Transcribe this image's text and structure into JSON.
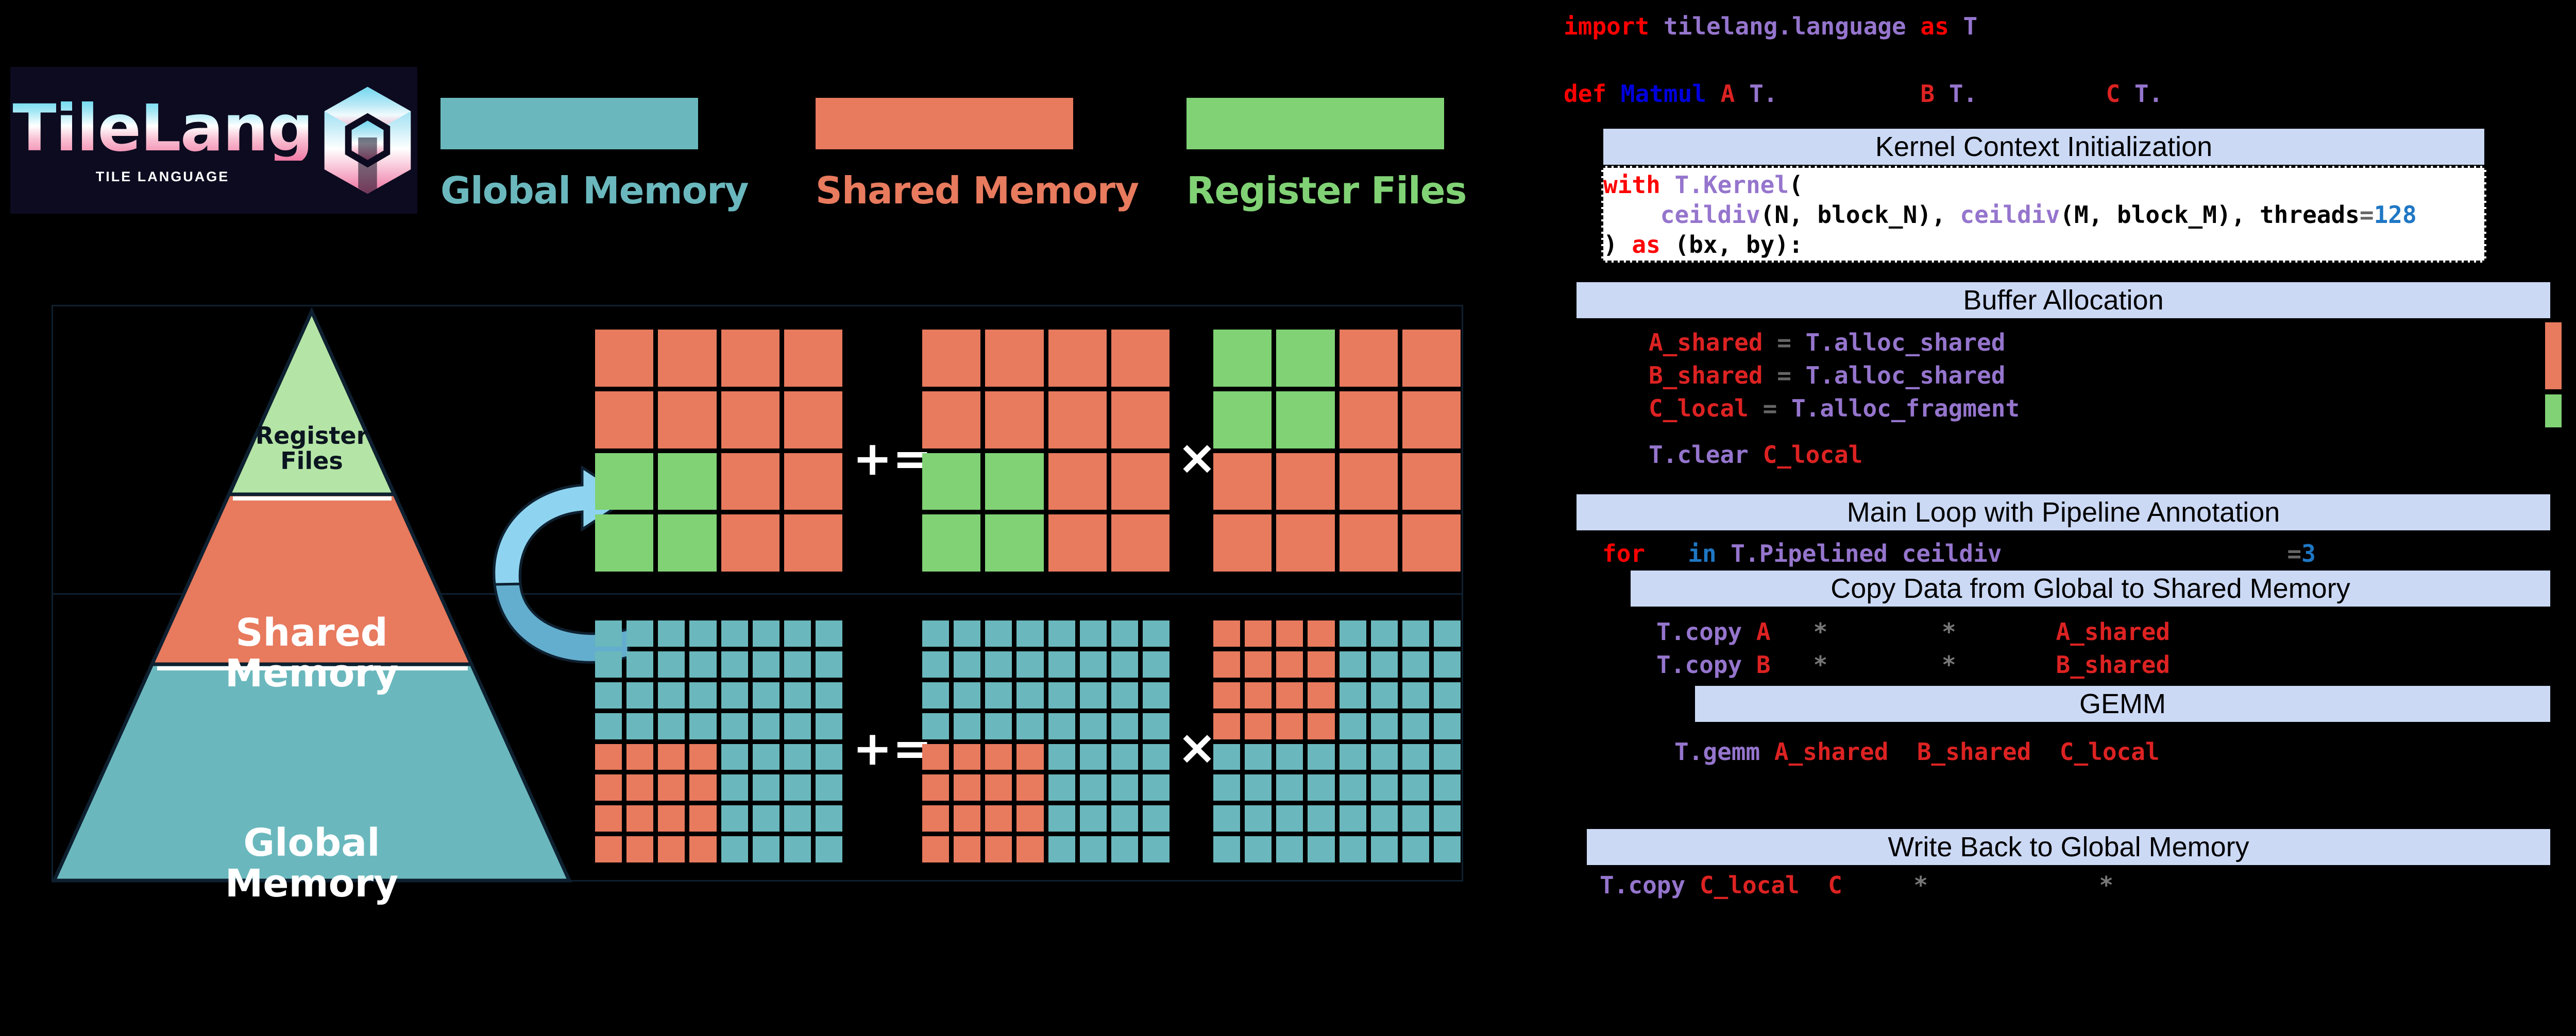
{
  "logo": {
    "word": "TileLang",
    "subtitle": "TILE LANGUAGE",
    "mark_name": "tilelang-cube-logo"
  },
  "colors": {
    "global_memory": "#6ab8bd",
    "shared_memory": "#e87a5e",
    "register_files": "#80d275",
    "register_files_light": "#b5e5a6",
    "arrow": "#8ed4f0",
    "arrow_dark": "#63aece",
    "section_header_bg": "#ccd9f5",
    "panel_bg": "#000000",
    "logo_bg": "#0d0b20",
    "frame_stroke": "#0e2030"
  },
  "legend": [
    {
      "label": "Global Memory",
      "color": "#6ab8bd",
      "name": "global-memory"
    },
    {
      "label": "Shared Memory",
      "color": "#e87a5e",
      "name": "shared-memory"
    },
    {
      "label": "Register Files",
      "color": "#80d275",
      "name": "register-files"
    }
  ],
  "pyramid": {
    "levels": [
      {
        "label": "Register\nFiles",
        "label_line1": "Register",
        "label_line2": "Files",
        "color": "#b5e5a6",
        "text_color": "#0b1520"
      },
      {
        "label": "Shared\nMemory",
        "label_line1": "Shared",
        "label_line2": "Memory",
        "color": "#e87a5e",
        "text_color": "#ffffff"
      },
      {
        "label": "Global\nMemory",
        "label_line1": "Global",
        "label_line2": "Memory",
        "color": "#6ab8bd",
        "text_color": "#ffffff"
      }
    ]
  },
  "equations": {
    "top_row": {
      "name": "register-level-gemm",
      "grid": 4,
      "operators": [
        "+=",
        "×"
      ],
      "matrices": [
        {
          "name": "c-local-accumulator",
          "base_color": "#e87a5e",
          "highlight_color": "#80d275",
          "highlight_rows": [
            2,
            3
          ],
          "highlight_cols": [
            0,
            1
          ]
        },
        {
          "name": "c-local-previous",
          "base_color": "#e87a5e",
          "highlight_color": "#80d275",
          "highlight_rows": [
            2,
            3
          ],
          "highlight_cols": [
            0,
            1
          ]
        },
        {
          "name": "a-shared-fragment",
          "base_color": "#e87a5e",
          "highlight_color": "#80d275",
          "highlight_rows": [
            0,
            1
          ],
          "highlight_cols": [
            0,
            1
          ]
        }
      ]
    },
    "bottom_row": {
      "name": "shared-level-gemm",
      "grid": 8,
      "operators": [
        "+=",
        "×"
      ],
      "matrices": [
        {
          "name": "c-global-accumulator",
          "base_color": "#6ab8bd",
          "highlight_color": "#e87a5e",
          "highlight_rows": [
            4,
            5,
            6,
            7
          ],
          "highlight_cols": [
            0,
            1,
            2,
            3
          ]
        },
        {
          "name": "c-global-previous",
          "base_color": "#6ab8bd",
          "highlight_color": "#e87a5e",
          "highlight_rows": [
            4,
            5,
            6,
            7
          ],
          "highlight_cols": [
            0,
            1,
            2,
            3
          ]
        },
        {
          "name": "a-global-tile",
          "base_color": "#6ab8bd",
          "highlight_color": "#e87a5e",
          "highlight_rows": [
            0,
            1,
            2,
            3
          ],
          "highlight_cols": [
            0,
            1,
            2,
            3
          ]
        }
      ]
    }
  },
  "code": {
    "import_line": [
      {
        "t": "import",
        "c": "kw"
      },
      {
        "t": " ",
        "c": "pl"
      },
      {
        "t": "tilelang.language",
        "c": "fn"
      },
      {
        "t": " ",
        "c": "pl"
      },
      {
        "t": "as",
        "c": "kw"
      },
      {
        "t": " ",
        "c": "pl"
      },
      {
        "t": "T",
        "c": "fn"
      }
    ],
    "def_line": [
      {
        "t": "def",
        "c": "kw"
      },
      {
        "t": " ",
        "c": "pl"
      },
      {
        "t": "Matmul",
        "c": "def"
      },
      {
        "t": " ",
        "c": "pl"
      },
      {
        "t": "A",
        "c": "id"
      },
      {
        "t": " ",
        "c": "pl"
      },
      {
        "t": "T.",
        "c": "fn"
      },
      {
        "t": "          ",
        "c": "pl"
      },
      {
        "t": "B",
        "c": "id"
      },
      {
        "t": " ",
        "c": "pl"
      },
      {
        "t": "T.",
        "c": "fn"
      },
      {
        "t": "         ",
        "c": "pl"
      },
      {
        "t": "C",
        "c": "id"
      },
      {
        "t": " ",
        "c": "pl"
      },
      {
        "t": "T.",
        "c": "fn"
      }
    ],
    "sections": [
      {
        "id": "kernel-context-initialization",
        "title": "Kernel Context Initialization",
        "lines": [
          [
            {
              "t": "with",
              "c": "kw"
            },
            {
              "t": " ",
              "c": "pl"
            },
            {
              "t": "T.Kernel",
              "c": "fn"
            },
            {
              "t": "(",
              "c": "pl"
            }
          ],
          [
            {
              "t": "    ",
              "c": "pl"
            },
            {
              "t": "ceildiv",
              "c": "fn"
            },
            {
              "t": "(N, block_N), ",
              "c": "pl"
            },
            {
              "t": "ceildiv",
              "c": "fn"
            },
            {
              "t": "(M, block_M), threads",
              "c": "pl"
            },
            {
              "t": "=",
              "c": "op2"
            },
            {
              "t": "128",
              "c": "num"
            }
          ],
          [
            {
              "t": ") ",
              "c": "pl"
            },
            {
              "t": "as",
              "c": "kw"
            },
            {
              "t": " (bx, by):",
              "c": "pl"
            }
          ]
        ]
      },
      {
        "id": "buffer-allocation",
        "title": "Buffer Allocation",
        "lines": [
          [
            {
              "t": "A_shared",
              "c": "id"
            },
            {
              "t": " ",
              "c": "pl"
            },
            {
              "t": "=",
              "c": "op2"
            },
            {
              "t": " ",
              "c": "pl"
            },
            {
              "t": "T.alloc_shared",
              "c": "fn"
            }
          ],
          [
            {
              "t": "B_shared",
              "c": "id"
            },
            {
              "t": " ",
              "c": "pl"
            },
            {
              "t": "=",
              "c": "op2"
            },
            {
              "t": " ",
              "c": "pl"
            },
            {
              "t": "T.alloc_shared",
              "c": "fn"
            }
          ],
          [
            {
              "t": "C_local",
              "c": "id"
            },
            {
              "t": " ",
              "c": "pl"
            },
            {
              "t": "=",
              "c": "op2"
            },
            {
              "t": " ",
              "c": "pl"
            },
            {
              "t": "T.alloc_fragment",
              "c": "fn"
            }
          ],
          [],
          [
            {
              "t": "T.clear",
              "c": "fn"
            },
            {
              "t": " ",
              "c": "pl"
            },
            {
              "t": "C_local",
              "c": "id"
            }
          ]
        ]
      },
      {
        "id": "main-loop-with-pipeline-annotation",
        "title": "Main Loop with Pipeline Annotation",
        "lines": [
          [
            {
              "t": "for",
              "c": "kw"
            },
            {
              "t": "   ",
              "c": "pl"
            },
            {
              "t": "in",
              "c": "in"
            },
            {
              "t": " ",
              "c": "pl"
            },
            {
              "t": "T.Pipelined ceildiv",
              "c": "fn"
            },
            {
              "t": "                    ",
              "c": "pl"
            },
            {
              "t": "=",
              "c": "op2"
            },
            {
              "t": "3",
              "c": "num"
            }
          ]
        ]
      },
      {
        "id": "copy-data-from-global-to-shared-memory",
        "title": "Copy Data from Global to Shared Memory",
        "lines": [
          [
            {
              "t": "T.copy",
              "c": "fn"
            },
            {
              "t": " ",
              "c": "pl"
            },
            {
              "t": "A",
              "c": "id"
            },
            {
              "t": "   ",
              "c": "pl"
            },
            {
              "t": "*",
              "c": "star"
            },
            {
              "t": "        ",
              "c": "pl"
            },
            {
              "t": "*",
              "c": "star"
            },
            {
              "t": "       ",
              "c": "pl"
            },
            {
              "t": "A_shared",
              "c": "id"
            }
          ],
          [
            {
              "t": "T.copy",
              "c": "fn"
            },
            {
              "t": " ",
              "c": "pl"
            },
            {
              "t": "B",
              "c": "id"
            },
            {
              "t": "   ",
              "c": "pl"
            },
            {
              "t": "*",
              "c": "star"
            },
            {
              "t": "        ",
              "c": "pl"
            },
            {
              "t": "*",
              "c": "star"
            },
            {
              "t": "       ",
              "c": "pl"
            },
            {
              "t": "B_shared",
              "c": "id"
            }
          ]
        ]
      },
      {
        "id": "gemm",
        "title": "GEMM",
        "lines": [
          [
            {
              "t": "T.gemm",
              "c": "fn"
            },
            {
              "t": " ",
              "c": "pl"
            },
            {
              "t": "A_shared",
              "c": "id"
            },
            {
              "t": "  ",
              "c": "pl"
            },
            {
              "t": "B_shared",
              "c": "id"
            },
            {
              "t": "  ",
              "c": "pl"
            },
            {
              "t": "C_local",
              "c": "id"
            }
          ]
        ]
      },
      {
        "id": "write-back-to-global-memory",
        "title": "Write Back to Global Memory",
        "lines": [
          [
            {
              "t": "T.copy",
              "c": "fn"
            },
            {
              "t": " ",
              "c": "pl"
            },
            {
              "t": "C_local",
              "c": "id"
            },
            {
              "t": "  ",
              "c": "pl"
            },
            {
              "t": "C",
              "c": "id"
            },
            {
              "t": "     ",
              "c": "pl"
            },
            {
              "t": "*",
              "c": "star"
            },
            {
              "t": "            ",
              "c": "pl"
            },
            {
              "t": "*",
              "c": "star"
            }
          ]
        ]
      }
    ],
    "side_swatches": [
      {
        "name": "shared-memory-swatch",
        "color": "#e87a5e"
      },
      {
        "name": "register-files-swatch",
        "color": "#80d275"
      }
    ]
  }
}
